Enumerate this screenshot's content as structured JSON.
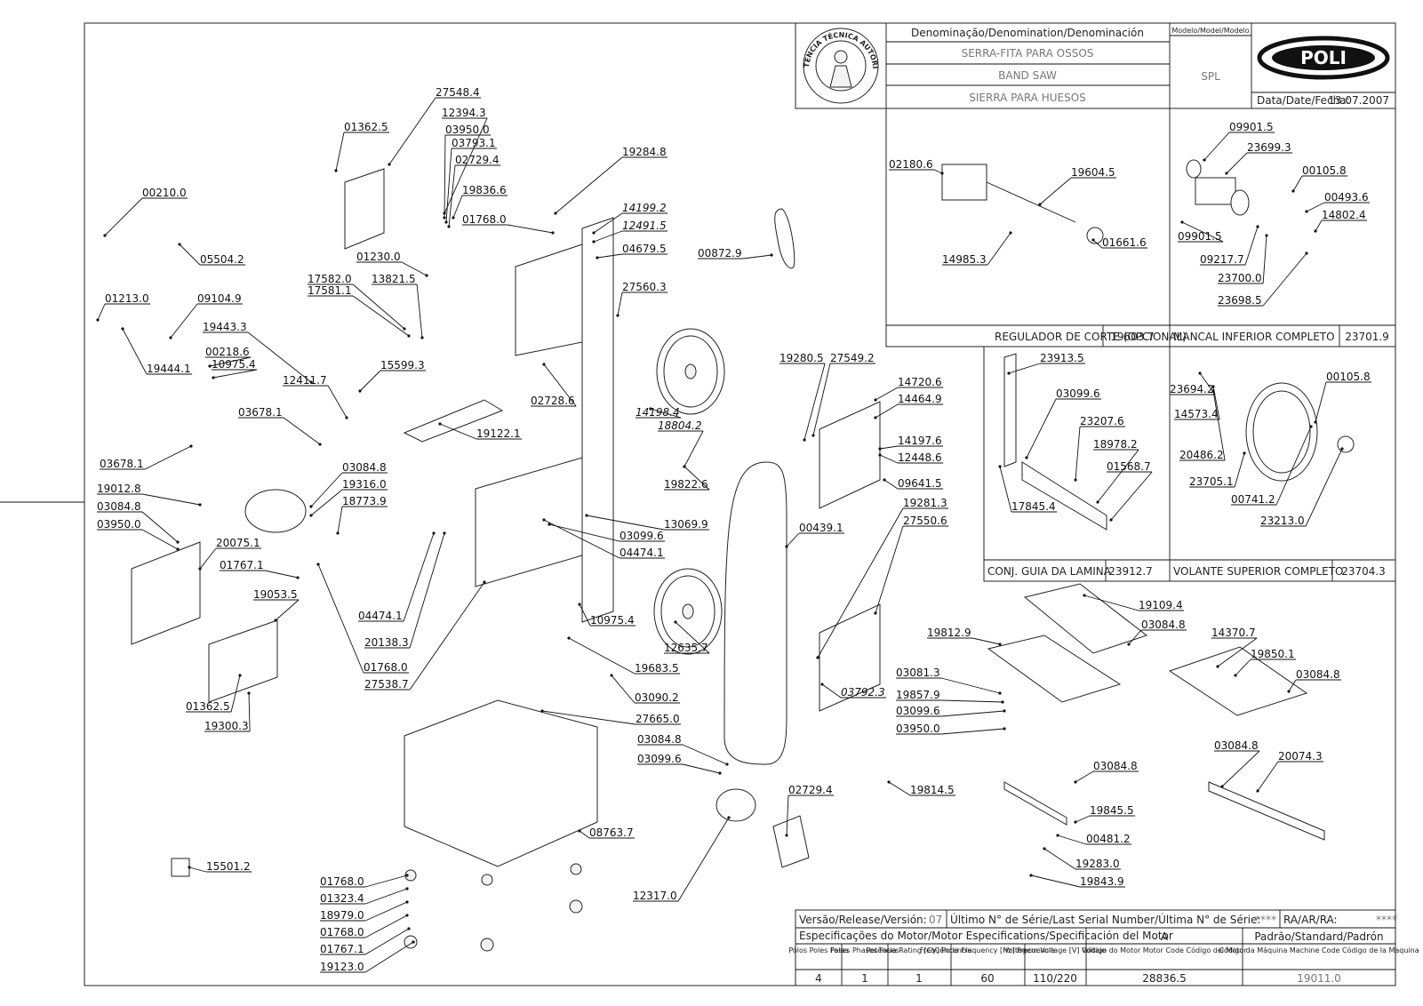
{
  "title_block": {
    "denomination_header": "Denominação/Denomination/Denominación",
    "name_pt": "SERRA-FITA PARA OSSOS",
    "name_en": "BAND SAW",
    "name_es": "SIERRA PARA HUESOS",
    "model_header": "Modelo/Model/Modelo",
    "model": "SPL",
    "brand": "POLI",
    "date_label": "Data/Date/Fecha:",
    "date": "13.07.2007",
    "seal_text": "ASSISTÊNCIA TÉCNICA AUTORIZADA"
  },
  "subassemblies": [
    {
      "name": "REGULADOR DE CORTE (OPCIONAL)",
      "code": "19603.7"
    },
    {
      "name": "MANCAL INFERIOR COMPLETO",
      "code": "23701.9"
    },
    {
      "name": "CONJ. GUIA DA LAMINA",
      "code": "23912.7"
    },
    {
      "name": "VOLANTE SUPERIOR COMPLETO",
      "code": "23704.3"
    }
  ],
  "footer": {
    "version_label": "Versão/Release/Versión:",
    "version": "07",
    "serial_label": "Último N° de Série/Last Serial Number/Última N° de Série:",
    "serial": "****",
    "ra_label": "RA/AR/RA:",
    "ra": "****",
    "motor_spec_label": "Especificações do Motor/Motor Especifications/Specificación del Motor",
    "code_letter": "A",
    "standard_label": "Padrão/Standard/Padrón",
    "col_poles": "Pólos Poles Polos",
    "col_phases": "Fases Phases Fases",
    "col_power": "Potência Rating [CV] Potencia",
    "col_freq": "Freqüência Frequency [Hz] Frecuencia",
    "col_voltage": "Voltagem Voltage [V] Voltaje",
    "col_motor_code": "Código do Motor Motor Code Código del Motor",
    "col_machine_code": "Código da Máquina Machine Code Código de la Maquina",
    "poles": "4",
    "phases": "1",
    "power": "1",
    "frequency": "60",
    "voltage": "110/220",
    "motor_code": "28836.5",
    "machine_code": "19011.0"
  },
  "parts": [
    {
      "id": "p1",
      "label": "27548.4"
    },
    {
      "id": "p2",
      "label": "01362.5"
    },
    {
      "id": "p3",
      "label": "12394.3"
    },
    {
      "id": "p4",
      "label": "03950.0"
    },
    {
      "id": "p5",
      "label": "03793.1"
    },
    {
      "id": "p6",
      "label": "02729.4"
    },
    {
      "id": "p7",
      "label": "19836.6"
    },
    {
      "id": "p8",
      "label": "01768.0"
    },
    {
      "id": "p9",
      "label": "19284.8"
    },
    {
      "id": "p10",
      "label": "14199.2"
    },
    {
      "id": "p11",
      "label": "12491.5"
    },
    {
      "id": "p12",
      "label": "04679.5"
    },
    {
      "id": "p13",
      "label": "00872.9"
    },
    {
      "id": "p14",
      "label": "27560.3"
    },
    {
      "id": "p15",
      "label": "00210.0"
    },
    {
      "id": "p16",
      "label": "05504.2"
    },
    {
      "id": "p17",
      "label": "01213.0"
    },
    {
      "id": "p18",
      "label": "09104.9"
    },
    {
      "id": "p19",
      "label": "01230.0"
    },
    {
      "id": "p20",
      "label": "17582.0"
    },
    {
      "id": "p21",
      "label": "17581.1"
    },
    {
      "id": "p22",
      "label": "13821.5"
    },
    {
      "id": "p23",
      "label": "19443.3"
    },
    {
      "id": "p24",
      "label": "00218.6"
    },
    {
      "id": "p25",
      "label": "10975.4"
    },
    {
      "id": "p26",
      "label": "19444.1"
    },
    {
      "id": "p27",
      "label": "15599.3"
    },
    {
      "id": "p28",
      "label": "12411.7"
    },
    {
      "id": "p29",
      "label": "02728.6"
    },
    {
      "id": "p30",
      "label": "03678.1"
    },
    {
      "id": "p31",
      "label": "19122.1"
    },
    {
      "id": "p32",
      "label": "14198.4"
    },
    {
      "id": "p33",
      "label": "18804.2"
    },
    {
      "id": "p34",
      "label": "03678.1"
    },
    {
      "id": "p35",
      "label": "03084.8"
    },
    {
      "id": "p36",
      "label": "19316.0"
    },
    {
      "id": "p37",
      "label": "18773.9"
    },
    {
      "id": "p38",
      "label": "19012.8"
    },
    {
      "id": "p39",
      "label": "03084.8"
    },
    {
      "id": "p40",
      "label": "03950.0"
    },
    {
      "id": "p41",
      "label": "20075.1"
    },
    {
      "id": "p42",
      "label": "01767.1"
    },
    {
      "id": "p43",
      "label": "19822.6"
    },
    {
      "id": "p44",
      "label": "13069.9"
    },
    {
      "id": "p45",
      "label": "03099.6"
    },
    {
      "id": "p46",
      "label": "04474.1"
    },
    {
      "id": "p47",
      "label": "04474.1"
    },
    {
      "id": "p48",
      "label": "20138.3"
    },
    {
      "id": "p49",
      "label": "19053.5"
    },
    {
      "id": "p50",
      "label": "01768.0"
    },
    {
      "id": "p51",
      "label": "27538.7"
    },
    {
      "id": "p52",
      "label": "10975.4"
    },
    {
      "id": "p53",
      "label": "12635.7"
    },
    {
      "id": "p54",
      "label": "01362.5"
    },
    {
      "id": "p55",
      "label": "19300.3"
    },
    {
      "id": "p56",
      "label": "19683.5"
    },
    {
      "id": "p57",
      "label": "03090.2"
    },
    {
      "id": "p58",
      "label": "27665.0"
    },
    {
      "id": "p59",
      "label": "03084.8"
    },
    {
      "id": "p60",
      "label": "03099.6"
    },
    {
      "id": "p61",
      "label": "08763.7"
    },
    {
      "id": "p62",
      "label": "02729.4"
    },
    {
      "id": "p63",
      "label": "15501.2"
    },
    {
      "id": "p64",
      "label": "01768.0"
    },
    {
      "id": "p65",
      "label": "01323.4"
    },
    {
      "id": "p66",
      "label": "18979.0"
    },
    {
      "id": "p67",
      "label": "01768.0"
    },
    {
      "id": "p68",
      "label": "01767.1"
    },
    {
      "id": "p69",
      "label": "19123.0"
    },
    {
      "id": "p70",
      "label": "12317.0"
    },
    {
      "id": "p71",
      "label": "19280.5"
    },
    {
      "id": "p72",
      "label": "27549.2"
    },
    {
      "id": "p73",
      "label": "14720.6"
    },
    {
      "id": "p74",
      "label": "14464.9"
    },
    {
      "id": "p75",
      "label": "14197.6"
    },
    {
      "id": "p76",
      "label": "12448.6"
    },
    {
      "id": "p77",
      "label": "09641.5"
    },
    {
      "id": "p78",
      "label": "00439.1"
    },
    {
      "id": "p79",
      "label": "19281.3"
    },
    {
      "id": "p80",
      "label": "27550.6"
    },
    {
      "id": "p81",
      "label": "03792.3"
    },
    {
      "id": "p82",
      "label": "19109.4"
    },
    {
      "id": "p83",
      "label": "03084.8"
    },
    {
      "id": "p84",
      "label": "19812.9"
    },
    {
      "id": "p85",
      "label": "14370.7"
    },
    {
      "id": "p86",
      "label": "19850.1"
    },
    {
      "id": "p87",
      "label": "03084.8"
    },
    {
      "id": "p88",
      "label": "03081.3"
    },
    {
      "id": "p89",
      "label": "19857.9"
    },
    {
      "id": "p90",
      "label": "03099.6"
    },
    {
      "id": "p91",
      "label": "03950.0"
    },
    {
      "id": "p92",
      "label": "03084.8"
    },
    {
      "id": "p93",
      "label": "20074.3"
    },
    {
      "id": "p94",
      "label": "03084.8"
    },
    {
      "id": "p95",
      "label": "19814.5"
    },
    {
      "id": "p96",
      "label": "19845.5"
    },
    {
      "id": "p97",
      "label": "00481.2"
    },
    {
      "id": "p98",
      "label": "19283.0"
    },
    {
      "id": "p99",
      "label": "19843.9"
    },
    {
      "id": "p100",
      "label": "02180.6"
    },
    {
      "id": "p101",
      "label": "19604.5"
    },
    {
      "id": "p102",
      "label": "14985.3"
    },
    {
      "id": "p103",
      "label": "01661.6"
    },
    {
      "id": "p104",
      "label": "09901.5"
    },
    {
      "id": "p105",
      "label": "23699.3"
    },
    {
      "id": "p106",
      "label": "00105.8"
    },
    {
      "id": "p107",
      "label": "00493.6"
    },
    {
      "id": "p108",
      "label": "14802.4"
    },
    {
      "id": "p109",
      "label": "09901.5"
    },
    {
      "id": "p110",
      "label": "09217.7"
    },
    {
      "id": "p111",
      "label": "23700.0"
    },
    {
      "id": "p112",
      "label": "23698.5"
    },
    {
      "id": "p113",
      "label": "23913.5"
    },
    {
      "id": "p114",
      "label": "03099.6"
    },
    {
      "id": "p115",
      "label": "23207.6"
    },
    {
      "id": "p116",
      "label": "18978.2"
    },
    {
      "id": "p117",
      "label": "01568.7"
    },
    {
      "id": "p118",
      "label": "17845.4"
    },
    {
      "id": "p119",
      "label": "23694.2"
    },
    {
      "id": "p120",
      "label": "00105.8"
    },
    {
      "id": "p121",
      "label": "14573.4"
    },
    {
      "id": "p122",
      "label": "20486.2"
    },
    {
      "id": "p123",
      "label": "23705.1"
    },
    {
      "id": "p124",
      "label": "00741.2"
    },
    {
      "id": "p125",
      "label": "23213.0"
    }
  ]
}
